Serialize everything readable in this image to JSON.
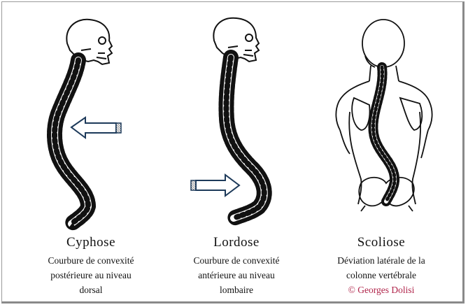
{
  "panels": [
    {
      "name": "cyphose",
      "title": "Cyphose",
      "desc_lines": [
        "Courbure de convexité",
        "postérieure au niveau",
        "dorsal"
      ]
    },
    {
      "name": "lordose",
      "title": "Lordose",
      "desc_lines": [
        "Courbure de convexité",
        "antérieure au niveau",
        "lombaire"
      ]
    },
    {
      "name": "scoliose",
      "title": "Scoliose",
      "desc_lines": [
        "Déviation latérale de la",
        "colonne vertébrale"
      ]
    }
  ],
  "copyright": "© Georges Dolisi",
  "colors": {
    "ink": "#111111",
    "arrow_fill": "#ffffff",
    "arrow_stroke": "#1d3a5a",
    "copyright": "#b0244a",
    "frame": "#8a8a8a"
  },
  "icons": [
    "skull-icon",
    "spine-icon",
    "arrow-left-icon",
    "arrow-right-icon",
    "torso-back-icon"
  ]
}
